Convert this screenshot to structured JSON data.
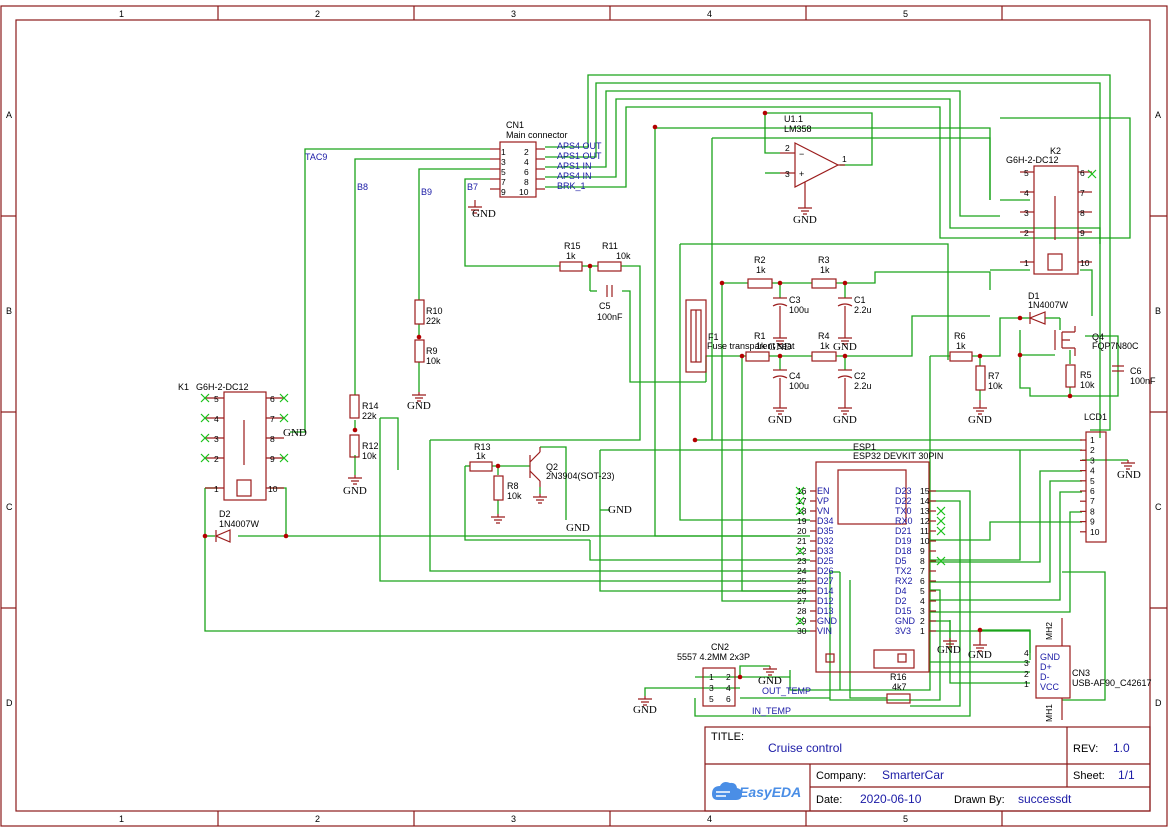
{
  "frame": {
    "columns": [
      "1",
      "2",
      "3",
      "4",
      "5"
    ],
    "rows": [
      "A",
      "B",
      "C",
      "D"
    ]
  },
  "title_block": {
    "title_label": "TITLE:",
    "title": "Cruise control",
    "rev_label": "REV:",
    "rev": "1.0",
    "company_label": "Company:",
    "company": "SmarterCar",
    "sheet_label": "Sheet:",
    "sheet": "1/1",
    "date_label": "Date:",
    "date": "2020-06-10",
    "drawn_label": "Drawn By:",
    "drawn_by": "successdt",
    "logo_text": "EasyEDA"
  },
  "components": {
    "cn1": {
      "ref": "CN1",
      "value": "Main connector",
      "left_pins": [
        "1",
        "3",
        "5",
        "7",
        "9"
      ],
      "right_pins": [
        "2",
        "4",
        "6",
        "8",
        "10"
      ],
      "signals": [
        "APS4 OUT",
        "APS1 OUT",
        "APS1 IN",
        "APS4 IN",
        "BRK_1"
      ]
    },
    "u1": {
      "ref": "U1.1",
      "value": "LM358",
      "pins": [
        "2",
        "3",
        "1"
      ]
    },
    "k1": {
      "ref": "K1",
      "value": "G6H-2-DC12",
      "left_pins": [
        "5",
        "4",
        "3",
        "2",
        "1"
      ],
      "right_pins": [
        "6",
        "7",
        "8",
        "9",
        "10"
      ]
    },
    "k2": {
      "ref": "K2",
      "value": "G6H-2-DC12",
      "left_pins": [
        "5",
        "4",
        "3",
        "2",
        "1"
      ],
      "right_pins": [
        "6",
        "7",
        "8",
        "9",
        "10"
      ]
    },
    "d1": {
      "ref": "D1",
      "value": "1N4007W"
    },
    "d2": {
      "ref": "D2",
      "value": "1N4007W"
    },
    "q2": {
      "ref": "Q2",
      "value": "2N3904(SOT-23)"
    },
    "q4": {
      "ref": "Q4",
      "value": "FQP7N80C"
    },
    "f1": {
      "ref": "F1",
      "value": "Fuse transparent seat"
    },
    "r15": {
      "ref": "R15",
      "value": "1k"
    },
    "r11": {
      "ref": "R11",
      "value": "10k"
    },
    "r2": {
      "ref": "R2",
      "value": "1k"
    },
    "r3": {
      "ref": "R3",
      "value": "1k"
    },
    "r1": {
      "ref": "R1",
      "value": "1k"
    },
    "r4": {
      "ref": "R4",
      "value": "1k"
    },
    "r6": {
      "ref": "R6",
      "value": "1k"
    },
    "r7": {
      "ref": "R7",
      "value": "10k"
    },
    "r5": {
      "ref": "R5",
      "value": "10k"
    },
    "r10": {
      "ref": "R10",
      "value": "22k"
    },
    "r9": {
      "ref": "R9",
      "value": "10k"
    },
    "r14": {
      "ref": "R14",
      "value": "22k"
    },
    "r12": {
      "ref": "R12",
      "value": "10k"
    },
    "r13": {
      "ref": "R13",
      "value": "1k"
    },
    "r8": {
      "ref": "R8",
      "value": "10k"
    },
    "r16": {
      "ref": "R16",
      "value": "4k7"
    },
    "c5": {
      "ref": "C5",
      "value": "100nF"
    },
    "c3": {
      "ref": "C3",
      "value": "100u"
    },
    "c1": {
      "ref": "C1",
      "value": "2.2u"
    },
    "c4": {
      "ref": "C4",
      "value": "100u"
    },
    "c2": {
      "ref": "C2",
      "value": "2.2u"
    },
    "c6": {
      "ref": "C6",
      "value": "100nF"
    },
    "esp1": {
      "ref": "ESP1",
      "value": "ESP32 DEVKIT 30PIN",
      "left": [
        [
          "16",
          "EN"
        ],
        [
          "17",
          "VP"
        ],
        [
          "18",
          "VN"
        ],
        [
          "19",
          "D34"
        ],
        [
          "20",
          "D35"
        ],
        [
          "21",
          "D32"
        ],
        [
          "22",
          "D33"
        ],
        [
          "23",
          "D25"
        ],
        [
          "24",
          "D26"
        ],
        [
          "25",
          "D27"
        ],
        [
          "26",
          "D14"
        ],
        [
          "27",
          "D12"
        ],
        [
          "28",
          "D13"
        ],
        [
          "29",
          "GND"
        ],
        [
          "30",
          "VIN"
        ]
      ],
      "right": [
        [
          "15",
          "D23"
        ],
        [
          "14",
          "D22"
        ],
        [
          "13",
          "TX0"
        ],
        [
          "12",
          "RX0"
        ],
        [
          "11",
          "D21"
        ],
        [
          "10",
          "D19"
        ],
        [
          "9",
          "D18"
        ],
        [
          "8",
          "D5"
        ],
        [
          "7",
          "TX2"
        ],
        [
          "6",
          "RX2"
        ],
        [
          "5",
          "D4"
        ],
        [
          "4",
          "D2"
        ],
        [
          "3",
          "D15"
        ],
        [
          "2",
          "GND"
        ],
        [
          "1",
          "3V3"
        ]
      ]
    },
    "lcd1": {
      "ref": "LCD1",
      "pins": [
        "1",
        "2",
        "3",
        "4",
        "5",
        "6",
        "7",
        "8",
        "9",
        "10"
      ]
    },
    "cn2": {
      "ref": "CN2",
      "value": "5557 4.2MM 2x3P",
      "pins": [
        "1",
        "2",
        "3",
        "4",
        "5",
        "6"
      ]
    },
    "cn3": {
      "ref": "CN3",
      "value": "USB-AF90_C42617",
      "pins": [
        [
          "4",
          "GND"
        ],
        [
          "3",
          "D+"
        ],
        [
          "2",
          "D-"
        ],
        [
          "1",
          "VCC"
        ]
      ],
      "mh": [
        "MH2",
        "MH1"
      ]
    }
  },
  "net_labels": {
    "tac9": "TAC9",
    "b8": "B8",
    "b9": "B9",
    "b7": "B7",
    "out_temp": "OUT_TEMP",
    "in_temp": "IN_TEMP"
  },
  "gnd_label": "GND"
}
